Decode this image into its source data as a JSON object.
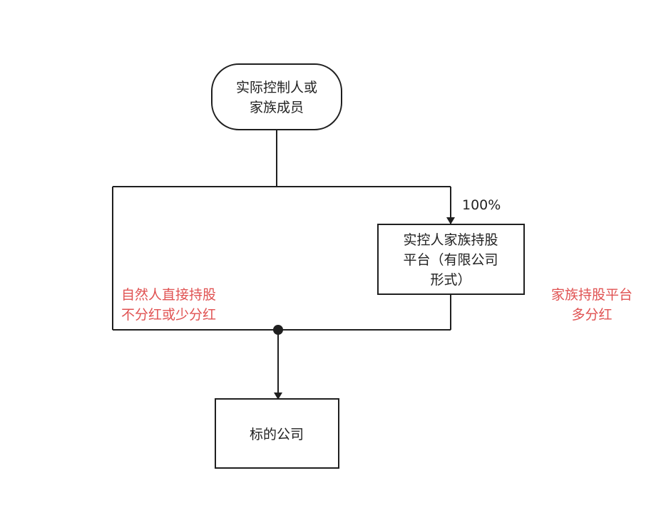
{
  "nodes": {
    "controller": {
      "line1": "实际控制人或",
      "line2": "家族成员"
    },
    "platform": {
      "line1": "实控人家族持股",
      "line2": "平台（有限公司",
      "line3": "形式）"
    },
    "target": {
      "label": "标的公司"
    }
  },
  "edge_labels": {
    "platform_share": "100%"
  },
  "notes": {
    "direct": {
      "line1": "自然人直接持股",
      "line2": "不分红或少分红"
    },
    "platform": {
      "line1": "家族持股平台",
      "line2": "多分红"
    }
  },
  "colors": {
    "line": "#1f1f1f",
    "note": "#e05252",
    "text": "#222222"
  }
}
